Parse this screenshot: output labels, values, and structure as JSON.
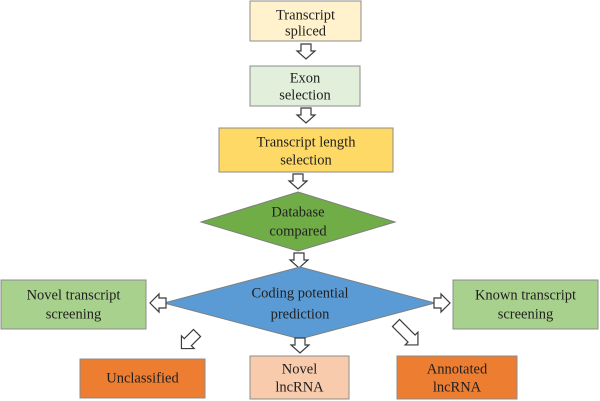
{
  "nodes": {
    "transcript_spliced": {
      "lines": [
        "Transcript",
        "spliced"
      ],
      "fill": "#fff2cc"
    },
    "exon_selection": {
      "lines": [
        "Exon",
        "selection"
      ],
      "fill": "#e2efda"
    },
    "transcript_length_selection": {
      "lines": [
        "Transcript length",
        "selection"
      ],
      "fill": "#ffd966"
    },
    "database_compared": {
      "lines": [
        "Database",
        "compared"
      ],
      "fill": "#70ad47"
    },
    "coding_potential_prediction": {
      "lines": [
        "Coding potential",
        "prediction"
      ],
      "fill": "#5b9bd5"
    },
    "novel_transcript_screening": {
      "lines": [
        "Novel transcript",
        "screening"
      ],
      "fill": "#a9d18e"
    },
    "known_transcript_screening": {
      "lines": [
        "Known transcript",
        "screening"
      ],
      "fill": "#a9d18e"
    },
    "unclassified": {
      "lines": [
        "Unclassified"
      ],
      "fill": "#ed7d31"
    },
    "novel_lncrna": {
      "lines": [
        "Novel",
        "lncRNA"
      ],
      "fill": "#f8cbad"
    },
    "annotated_lncrna": {
      "lines": [
        "Annotated",
        "lncRNA"
      ],
      "fill": "#ed7d31"
    }
  }
}
